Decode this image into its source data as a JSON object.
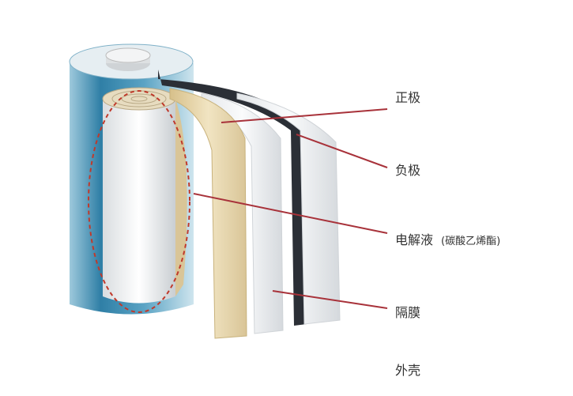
{
  "labels": {
    "cathode": "正极",
    "anode": "负极",
    "electrolyte": "电解液",
    "electrolyte_note": "(碳酸乙烯酯)",
    "separator": "隔膜",
    "casing": "外壳"
  },
  "colors": {
    "shell": "#2f7fa6",
    "cathode_sheet": "#e8d7a8",
    "anode_sheet": "#2b2f36",
    "leader_line": "#a8323a"
  }
}
